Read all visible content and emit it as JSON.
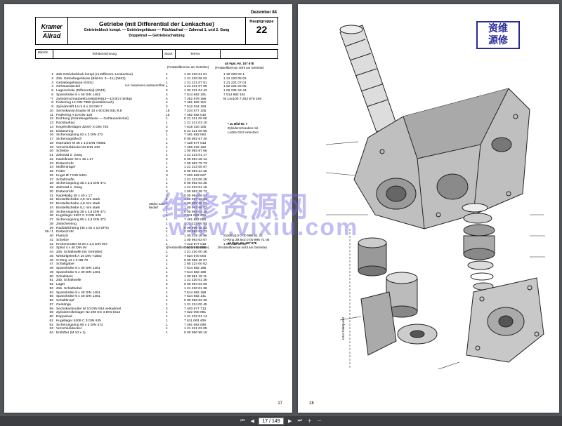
{
  "left_page": {
    "date": "Dezember 84",
    "logo": {
      "line1": "Kramer",
      "line2": "Allrad"
    },
    "title": "Getriebe (mit Differential der Lenkachse)",
    "subtitle_line1": "Getriebeblock kompl. — Getriebegehäuse — Rücklaufrad — Zahnrad 1. und 2. Gang",
    "subtitle_line2": "Doppelrad — Getriebeschaltung",
    "group_label": "Hauptgruppe",
    "group_number": "22",
    "col_bild": "Bild-Nr.",
    "col_teil": "Teil-Bezeichnung",
    "col_stueck": "Stück",
    "col_teilnr": "Teil-Nr.",
    "note_top_left": "(Feststellbremse am Getriebe)",
    "note_top_right": "ab Fgst.-Nr. 107 678",
    "note_top_right2": "(Feststellbremse nicht am Getriebe)",
    "note_bild7": "* zu Bild-Nr. 7",
    "note_bild7b": "Zylinderschrauben mit",
    "note_bild7c": "Loctite 0242 einsetzen.",
    "note_mid_left": "(Feststellbremse am Getriebe)",
    "note_mid_right": "ab Fgst.-Nr. 107 678",
    "note_mid_right2": "(Feststellbremse nicht am Getriebe)",
    "note_staerke": "Stärke nach Bedarf",
    "note_zusammen": "nur zusammen austauschbar",
    "page_number": "17",
    "extras": [
      {
        "label": "1 32 220 02 1",
        "row": 0
      },
      {
        "label": "1 21 220 05 02",
        "row": 1
      },
      {
        "label": "1 21 221 07 01",
        "row": 2
      },
      {
        "label": "1 52 221 02 05",
        "row": 3
      },
      {
        "label": "1 02 231 04 43",
        "row": 4
      },
      {
        "label": "7 514 682 191",
        "row": 5
      },
      {
        "label": "M 14x100    7 252 678 166",
        "row": 6
      },
      {
        "label": "S2x80x10    0 00 996 61 32",
        "row": 40
      },
      {
        "label": "O-Ring 39,5x3    0 00 996 71 05",
        "row": 41
      },
      {
        "label": "1 00 229 35 96",
        "row": 42
      }
    ],
    "rows": [
      {
        "no": "1",
        "name": "Zsb.Getriebeblock kompl.(m.Different.-Lenkachse)",
        "qty": "1",
        "part": "1 32 220 01 01"
      },
      {
        "no": "2",
        "name": "Zsb. Getriebegehäuse (Bild-Nr. 3—11)   (0402)",
        "qty": "1",
        "part": "1 21 220 06 02"
      },
      {
        "no": "3",
        "name": "Getriebegehäuse                (0401)",
        "qty": "1",
        "part": "1 21 221 07 01"
      },
      {
        "no": "4",
        "name": "Gehäusedeckel",
        "qty": "1",
        "part": "1 21 221 07 05"
      },
      {
        "no": "5",
        "name": "Lagerschale (Differential)      (0043)",
        "qty": "2",
        "part": "1 02 231 04 43"
      },
      {
        "no": "6",
        "name": "Spannhülse 8 x 50 DIN 1481",
        "qty": "4",
        "part": "7 514 682 191"
      },
      {
        "no": "*7",
        "name": "ZylinderschraubeM14x65DIN912—10.9(17,5mkp)",
        "qty": "4",
        "part": "7 252 678 166"
      },
      {
        "no": "8",
        "name": "Federring 14 DIN 7980 (kristallinrauh)",
        "qty": "4",
        "part": "7 481 682 110"
      },
      {
        "no": "9",
        "name": "Zylinderstift 14 m 6 x 24 DIN 7",
        "qty": "2",
        "part": "7 512 034 193"
      },
      {
        "no": "10",
        "name": "Sechskantschraube M 10 x 60 DIN 931-8.8",
        "qty": "15",
        "part": "7 234 677 105"
      },
      {
        "no": "11",
        "name": "Federring A 10 DIN 128",
        "qty": "15",
        "part": "7 482 682 010"
      },
      {
        "no": "12",
        "name": "Dichtung (Getriebegehäuse — Gehäusedeckel)",
        "qty": "1",
        "part": "0 21 221 00 06"
      },
      {
        "no": "13",
        "name": "Rücklaufrad",
        "qty": "1",
        "part": "1 21 221 03 10"
      },
      {
        "no": "14",
        "name": "Kegelrollenlager 32007 X DIN 720",
        "qty": "2",
        "part": "7 618 320 105"
      },
      {
        "no": "15",
        "name": "Distanzring",
        "qty": "2",
        "part": "0 21 221 00 56"
      },
      {
        "no": "16",
        "name": "Sicherungsring 62 x 2 DIN 472",
        "qty": "1",
        "part": "7 491 682 062"
      },
      {
        "no": "17",
        "name": "Sicherungsblech",
        "qty": "1",
        "part": "0 00 992 67 30"
      },
      {
        "no": "18",
        "name": "Nutmutter M 35 x 1,5 DIN 70852",
        "qty": "1",
        "part": "7 428 677 013"
      },
      {
        "no": "19",
        "name": "Verschlußdeckel 62 DIN 443",
        "qty": "1",
        "part": "7 466 332 162"
      },
      {
        "no": "20",
        "name": "Scheibe",
        "qty": "1",
        "part": "1 00 993 67 66"
      },
      {
        "no": "21",
        "name": "Zahnrad 2. Gang",
        "qty": "1",
        "part": "1 21 223 01 17"
      },
      {
        "no": "22",
        "name": "Nadelkranz 40 x 45 x 17",
        "qty": "2",
        "part": "0 00 994 28 13"
      },
      {
        "no": "23",
        "name": "Distanzrohr",
        "qty": "1",
        "part": "1 00 993 79 73"
      },
      {
        "no": "24",
        "name": "Muffenträger",
        "qty": "1",
        "part": "1 21 223 00 67"
      },
      {
        "no": "25",
        "name": "Feder",
        "qty": "3",
        "part": "0 00 993 24 26"
      },
      {
        "no": "26",
        "name": "Kugel Ø 7 DIN 5401",
        "qty": "3",
        "part": "7 620 683 027"
      },
      {
        "no": "27",
        "name": "Schaltmuffe",
        "qty": "1",
        "part": "1 21 223 00 25"
      },
      {
        "no": "28",
        "name": "Sicherungsring 35 x 2,5 DIN 471",
        "qty": "1",
        "part": "0 00 992 03 35"
      },
      {
        "no": "29",
        "name": "Zahnrad 1. Gang",
        "qty": "1",
        "part": "1 21 223 01 16"
      },
      {
        "no": "30",
        "name": "Distanzrohr",
        "qty": "2",
        "part": "1 00 993 38 73"
      },
      {
        "no": "31",
        "name": "Nadelkäfig 35 x 40 x 17",
        "qty": "2",
        "part": "0 00 994 06 57"
      },
      {
        "no": "32",
        "name": "Einstellscheibe 4,5 mm stark",
        "qty": "1",
        "part": "1 00 997 66 03"
      },
      {
        "no": "33",
        "name": "Einstellscheibe 4,8 mm stark",
        "qty": "1",
        "part": "1 00 997 68 02"
      },
      {
        "no": "34",
        "name": "Einstellscheibe 5,1 mm stark",
        "qty": "1",
        "part": "1 00 997 68 03"
      },
      {
        "no": "35",
        "name": "Sicherungsring 35 x 2,5 DIN 471",
        "qty": "1",
        "part": "0 00 992 03 35"
      },
      {
        "no": "36",
        "name": "Kugellager 6307 C 3 DIN 625",
        "qty": "1",
        "part": "7 611 063 406"
      },
      {
        "no": "37",
        "name": "Sicherungsring 80 x 2,5 DIN 472",
        "qty": "1",
        "part": "7 491 682 080"
      },
      {
        "no": "38",
        "name": "Zwischenring",
        "qty": "1",
        "part": "1 21 223 00 51"
      },
      {
        "no": "39",
        "name": "Radialdichtring (35 x 62 x 10 DFS)",
        "qty": "1",
        "part": "0 00 996 45 32"
      },
      {
        "no": "39 / 1",
        "name": "Distanzrohr",
        "qty": "1",
        "part": "1 00 993 52 73"
      },
      {
        "no": "40",
        "name": "Flansch",
        "qty": "1",
        "part": "1 00 229 16 96"
      },
      {
        "no": "41",
        "name": "Scheibe",
        "qty": "1",
        "part": "1 00 993 63 67"
      },
      {
        "no": "42",
        "name": "Kronenmutter M 20 x 1,5 DIN 937",
        "qty": "1",
        "part": "7 413 677 018"
      },
      {
        "no": "43",
        "name": "Splint 4 x 40 DIN 94",
        "qty": "1",
        "part": "7 530 660 056"
      },
      {
        "no": "44",
        "name": "Zsb. Schaltwelle (im Getriebe)",
        "qty": "1",
        "part": "1 21 220 00 36"
      },
      {
        "no": "45",
        "name": "Winkelgelenk A 16 DIN 71802",
        "qty": "2",
        "part": "7 824 670 004"
      },
      {
        "no": "46",
        "name": "O-Ring 14 x 3 NB 70",
        "qty": "1",
        "part": "0 00 996 45 07"
      },
      {
        "no": "47",
        "name": "Schaltgabel",
        "qty": "1",
        "part": "1 60 224 00 62"
      },
      {
        "no": "48",
        "name": "Spannhülse 8 x 30 DIN 1481",
        "qty": "1",
        "part": "7 514 682 186"
      },
      {
        "no": "49",
        "name": "Spannhülse 5 x 30 DIN 1481",
        "qty": "1",
        "part": "7 514 682 188"
      },
      {
        "no": "50",
        "name": "Schaltstein",
        "qty": "2",
        "part": "1 00 991 18 11"
      },
      {
        "no": "51",
        "name": "Zsb. Schaltwelle",
        "qty": "1",
        "part": "1 21 220 01 36"
      },
      {
        "no": "52",
        "name": "Lager",
        "qty": "2",
        "part": "0 00 994 03 06"
      },
      {
        "no": "53",
        "name": "Zsb. Schalthebel",
        "qty": "1",
        "part": "1 21 220 01 38"
      },
      {
        "no": "54",
        "name": "Spannhülse 8 x 40 DIN 1481",
        "qty": "1",
        "part": "7 514 682 189"
      },
      {
        "no": "55",
        "name": "Spannhülse 5 x 40 DIN 1481",
        "qty": "1",
        "part": "7 514 682 141"
      },
      {
        "no": "56",
        "name": "Schaltknopf",
        "qty": "1",
        "part": "0 00 998 62 30"
      },
      {
        "no": "57",
        "name": "Gestänge",
        "qty": "1",
        "part": "1 21 224 00 45"
      },
      {
        "no": "58",
        "name": "Sechskantmutter M 10 DIN 934 verkadmet",
        "qty": "2",
        "part": "7 403 677 713"
      },
      {
        "no": "59",
        "name": "Zylinderrollenlager NJ 208 EC 3 DIN 5412",
        "qty": "1",
        "part": "7 622 000 081"
      },
      {
        "no": "60",
        "name": "Doppelrad",
        "qty": "1",
        "part": "1 21 222 01 14"
      },
      {
        "no": "61",
        "name": "Kugellager 6308 C 3 DIN 625",
        "qty": "1",
        "part": "7 611 063 409"
      },
      {
        "no": "62",
        "name": "Sicherungsring 90 x 3 DIN 472",
        "qty": "1",
        "part": "7 491 682 090"
      },
      {
        "no": "63",
        "name": "Verschlußdeckel",
        "qty": "1",
        "part": "1 21 221 03 05"
      },
      {
        "no": "64",
        "name": "Entlüfter (M 10 x 1)",
        "qty": "1",
        "part": "0 00 990 99 10"
      }
    ]
  },
  "right_page": {
    "stamp_line1": "资维",
    "stamp_line2": "源修",
    "label_fahrt": "rotor Fahrtpunkt",
    "page_number": "18"
  },
  "watermark_line1": "维修资源网",
  "watermark_line2": "www.vixiu.com",
  "toolbar": {
    "current_page": "17 / 149"
  }
}
